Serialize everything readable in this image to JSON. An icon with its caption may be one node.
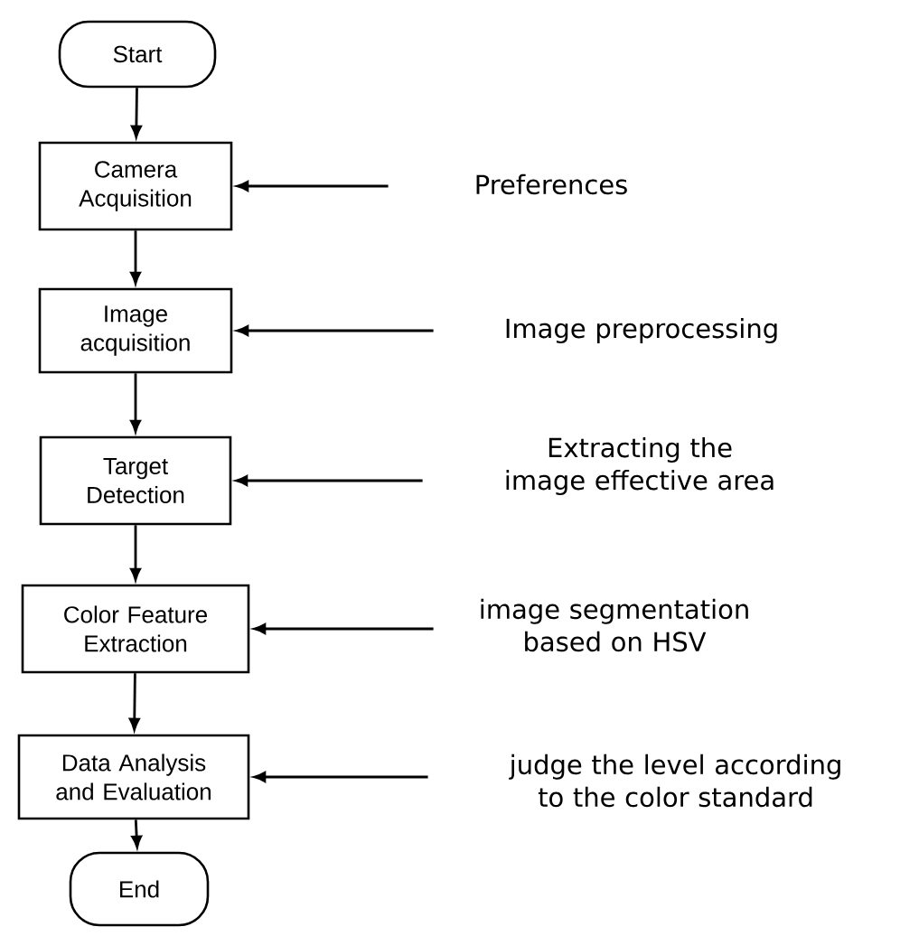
{
  "diagram": {
    "nodes": [
      {
        "text": [
          "Start"
        ]
      },
      {
        "text": [
          "Camera Acquisition"
        ]
      },
      {
        "text": [
          "Image acquisition"
        ]
      },
      {
        "text": [
          "Target Detection"
        ]
      },
      {
        "text": [
          "Color Feature Extraction"
        ]
      },
      {
        "text": [
          "Data Analysis and Evaluation"
        ]
      },
      {
        "text": [
          "End"
        ]
      },
      {
        "text": [
          "Preferences"
        ]
      },
      {
        "text": [
          "Image preprocessing"
        ]
      },
      {
        "text": [
          "Extracting the image effective area"
        ]
      },
      {
        "text": [
          "image segmentation based on HSV"
        ]
      },
      {
        "text": [
          "judge the level according to the color standard"
        ]
      }
    ],
    "edges": [
      {
        "from": 0,
        "to": 1,
        "arrow": "to"
      },
      {
        "from": 1,
        "to": 2,
        "arrow": "to"
      },
      {
        "from": 2,
        "to": 3,
        "arrow": "to"
      },
      {
        "from": 3,
        "to": 4,
        "arrow": "to"
      },
      {
        "from": 4,
        "to": 5,
        "arrow": "to"
      },
      {
        "from": 5,
        "to": 6,
        "arrow": "to"
      },
      {
        "from": 7,
        "to": 1,
        "arrow": "to"
      },
      {
        "from": 8,
        "to": 2,
        "arrow": "to"
      },
      {
        "from": 9,
        "to": 3,
        "arrow": "to"
      },
      {
        "from": 10,
        "to": 4,
        "arrow": "to"
      },
      {
        "from": 11,
        "to": 5,
        "arrow": "to"
      }
    ]
  }
}
